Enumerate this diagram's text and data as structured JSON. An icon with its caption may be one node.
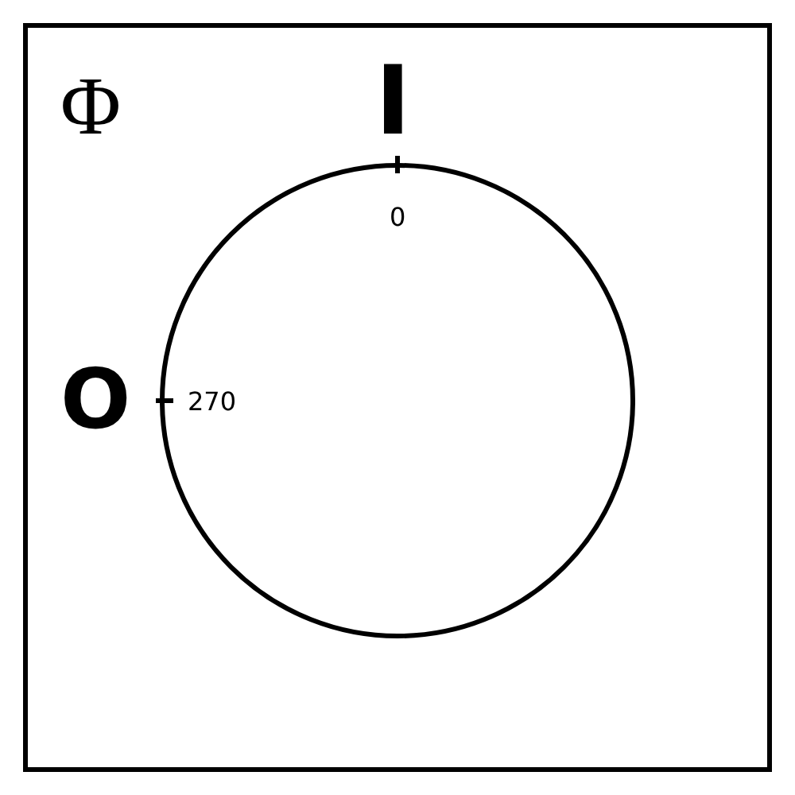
{
  "diagram": {
    "labels": [
      "Φ",
      "I",
      "O",
      "0",
      "270"
    ]
  }
}
